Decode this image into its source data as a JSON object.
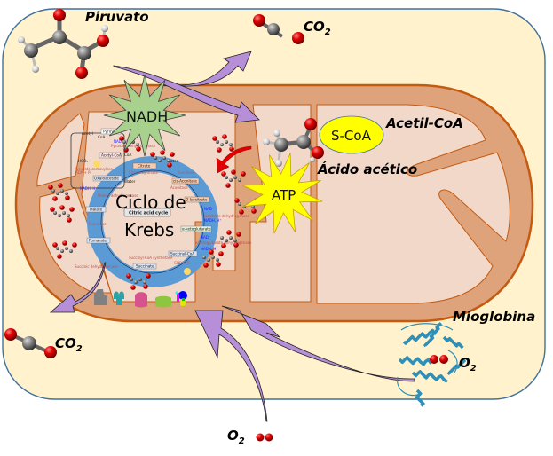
{
  "diagram": {
    "title": "Metabolismo aeróbico celular: piruvato, ciclo de Krebs y mioglobina",
    "colors": {
      "cell_fill": "#fff2cc",
      "cell_border": "#41719c",
      "mito_outer": "#dea37a",
      "mito_outer_border": "#c55a11",
      "mito_matrix": "#f2d8c8",
      "krebs_ring": "#5b9bd5",
      "arrow_purple": "#b68fd8",
      "arrow_red": "#e00000",
      "nadh_burst": "#a9d18e",
      "atp_burst": "#ffff00",
      "scoa_fill": "#ffff00",
      "oxygen_atom": "#e00000",
      "carbon_atom": "#7f7f7f",
      "myoglobin": "#2e8fb8"
    },
    "labels": {
      "piruvato": "Piruvato",
      "co2_top": "CO",
      "co2_top_sub": "2",
      "acetil_coa": "Acetil-CoA",
      "acido_acetico": "Ácido acético",
      "s_coa": "S-CoA",
      "nadh": "NADH",
      "atp": "ATP",
      "ciclo_line1": "Ciclo de",
      "ciclo_line2": "Krebs",
      "citric_acid_cycle": "Citric acid cycle",
      "co2_left": "CO",
      "co2_left_sub": "2",
      "mioglobina": "Mioglobina",
      "o2_myo": "O",
      "o2_myo_sub": "2",
      "o2_bottom": "O",
      "o2_bottom_sub": "2"
    },
    "krebs_intermediates": [
      "Pyruvate",
      "Acetyl-CoA",
      "Citrate",
      "cis-Aconitate",
      "D-Isocitrate",
      "α-ketoglutarate",
      "Succinyl-CoA",
      "Succinate",
      "Fumarate",
      "Malate",
      "Oxaloacetate"
    ],
    "krebs_enzymes": [
      "Pyruvate dehydrogenase",
      "Citrate synthase",
      "Aconitase",
      "Aconitase",
      "Isocitrate dehydrogenase",
      "α-ketoglutarate dehydrogenase",
      "Succinyl-CoA synthetase",
      "Succinic dehydrogenase",
      "Fumarase",
      "Malate dehydrogenase",
      "Pyruvate carboxylase"
    ],
    "krebs_small": {
      "coa": "CoA",
      "sh": "SH",
      "nad": "NAD⁺",
      "nadh": "NADH, H⁺",
      "co2": "CO₂",
      "water": "Water",
      "gdp": "GDP + Pᵢ",
      "adp": "ADP + Pᵢ",
      "hco3": "HCO₃⁻",
      "atp": "ATP",
      "gtp": "GTP",
      "acetyl": "Acetyl"
    }
  }
}
